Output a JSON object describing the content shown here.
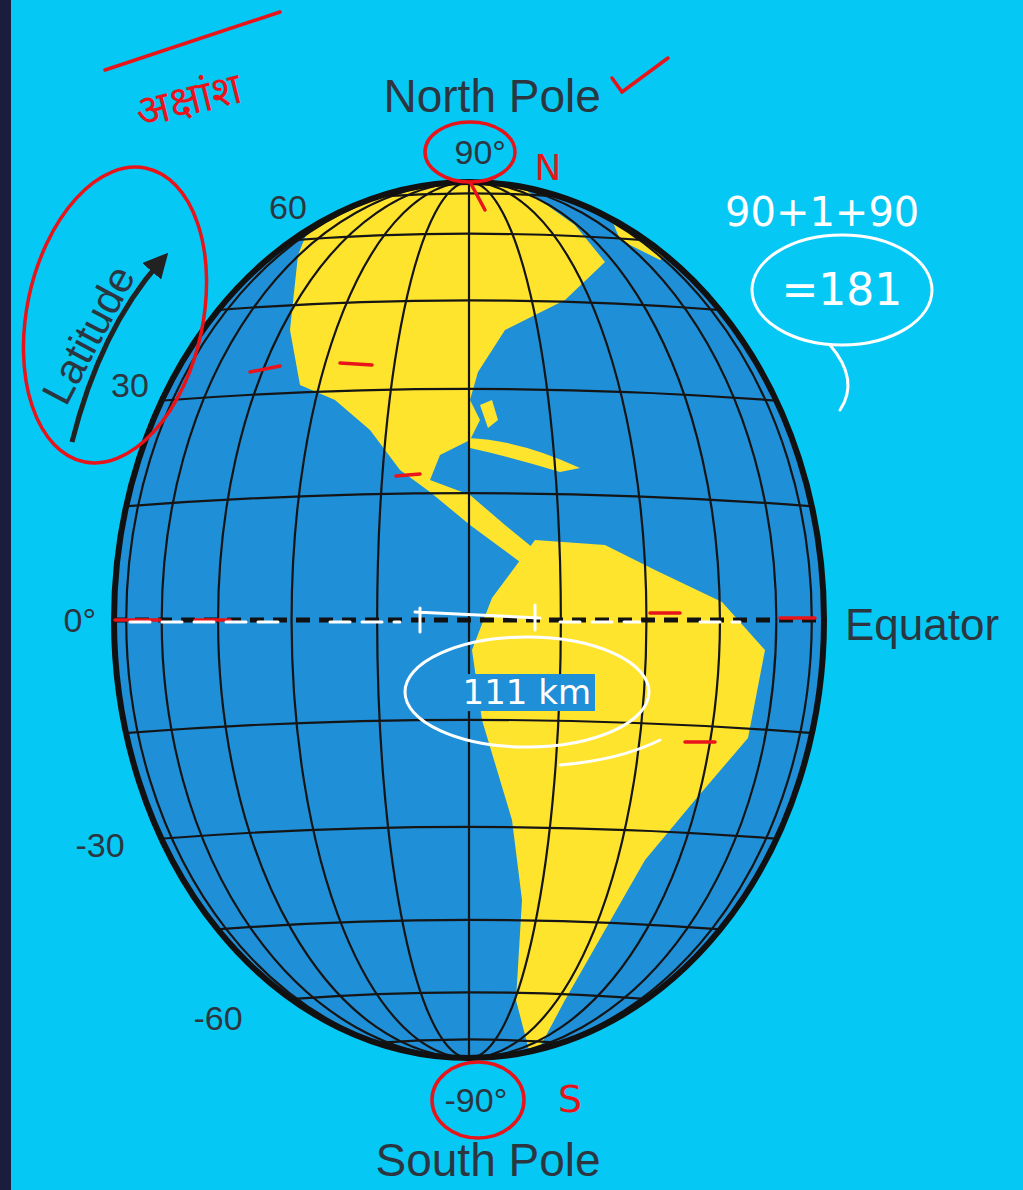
{
  "diagram": {
    "labels": [
      "North Pole",
      "90°",
      "60",
      "Latitude",
      "30",
      "0°",
      "Equator",
      "-30",
      "-60",
      "-90°",
      "South Pole",
      "अक्षांश",
      "N",
      "90+1+90",
      "=181",
      "111 km",
      "S"
    ]
  }
}
